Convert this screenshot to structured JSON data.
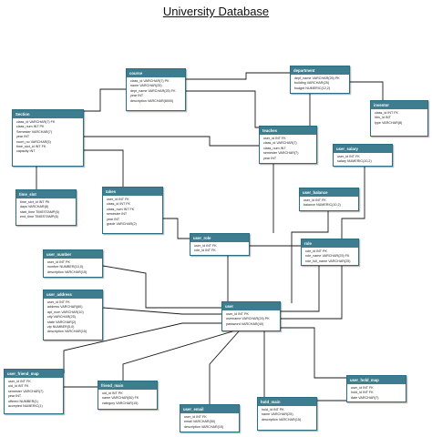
{
  "title": "University Database",
  "entities": [
    {
      "id": "course",
      "name": "course",
      "rows": [
        "class_id  VARCHAR(7)  PK",
        "name  VARCHAR(25)",
        "dept_name  VARCHAR(25)  FK",
        "year  INT",
        "description  VARCHAR(8000)"
      ]
    },
    {
      "id": "department",
      "name": "department",
      "rows": [
        "dept_name  VARCHAR(25)  PK",
        "building  VARCHAR(25)",
        "budget  NUMERIC(12,2)"
      ]
    },
    {
      "id": "section",
      "name": "Section",
      "rows": [
        "class_id VARCHAR(7)  FK",
        "class_num  INT  PK",
        "Semester  VARCHAR(7)",
        "year  INT",
        "room_no  VARCHAR(5)",
        "time_slot_id  INT  FK",
        "capacity  INT"
      ]
    },
    {
      "id": "teaches",
      "name": "teaches",
      "rows": [
        "user_id  INT  FK",
        "class_id  VARCHAR(7)",
        "class_num  INT",
        "semester  VARCHAR(7)",
        "year  INT"
      ]
    },
    {
      "id": "inventor",
      "name": "inventor",
      "rows": [
        "class_id  INT  FK",
        "hbs_id  INT",
        "type  VARCHAR(8)"
      ]
    },
    {
      "id": "user_salary",
      "name": "user_salary",
      "rows": [
        "user_id  INT  FK",
        "salary  NUMERIC(10,2)"
      ]
    },
    {
      "id": "time_slot",
      "name": "time_slot",
      "rows": [
        "time_slot_id  INT  PK",
        "days  VARCHAR(8)",
        "start_time  TIMESTAMP(6)",
        "end_time  TIMESTAMP(6)"
      ]
    },
    {
      "id": "takes",
      "name": "takes",
      "rows": [
        "user_id  INT  FK",
        "class_id  INT  FK",
        "class_num  INT  FK",
        "semester  INT",
        "year  INT",
        "grade  VARCHAR(2)"
      ]
    },
    {
      "id": "user_balance",
      "name": "user_balance",
      "rows": [
        "user_id  INT  FK",
        "balance  NUMERIC(10,2)"
      ]
    },
    {
      "id": "user_role",
      "name": "user_role",
      "rows": [
        "user_id  INT  FK",
        "role_id  INT  FK"
      ]
    },
    {
      "id": "role",
      "name": "role",
      "rows": [
        "role_id  INT  PK",
        "role_name  VARCHAR(25)  FK",
        "role_full_name  VARCHAR(25)"
      ]
    },
    {
      "id": "user_number",
      "name": "user_number",
      "rows": [
        "user_id  INT  PK",
        "number  NUMBER(10,0)",
        "description  VARCHAR(15)"
      ]
    },
    {
      "id": "user_address",
      "name": "user_address",
      "rows": [
        "user_id  INT  FK",
        "address  VARCHAR(80)",
        "apt_num  VARCHAR(10)",
        "city  VARCHAR(25)",
        "state  VARCHAR(2)",
        "zip  NUMBER(5,0)",
        "description  VARCHAR(15)"
      ]
    },
    {
      "id": "user",
      "name": "user",
      "rows": [
        "user_id  INT  PK",
        "username  VARCHAR(25)  PK",
        "password  VARCHAR(40)"
      ]
    },
    {
      "id": "user_friend_map",
      "name": "user_friend_map",
      "rows": [
        "user_id  INT  FK",
        "uid_id  INT  FK",
        "semester  VARCHAR(7)",
        "year  INT",
        "offered  NUMBER(1)",
        "accepted  NUMERIC(1)"
      ]
    },
    {
      "id": "friend_main",
      "name": "friend_main",
      "rows": [
        "uid_id  INT  PK",
        "name  VARCHAR(50)  FK",
        "category  VARCHAR(15)"
      ]
    },
    {
      "id": "user_email",
      "name": "user_email",
      "rows": [
        "user_id  INT  FK",
        "email  VARCHAR(50)",
        "description  VARCHAR(15)"
      ]
    },
    {
      "id": "hold_main",
      "name": "hold_main",
      "rows": [
        "hold_id  INT  PK",
        "name  VARCHAR(25)",
        "description  VARCHAR(15)"
      ]
    },
    {
      "id": "user_hold_map",
      "name": "user_hold_map",
      "rows": [
        "user_id  INT  FK",
        "hold_id  INT  FK",
        "date  VARCHAR(7)"
      ]
    }
  ]
}
